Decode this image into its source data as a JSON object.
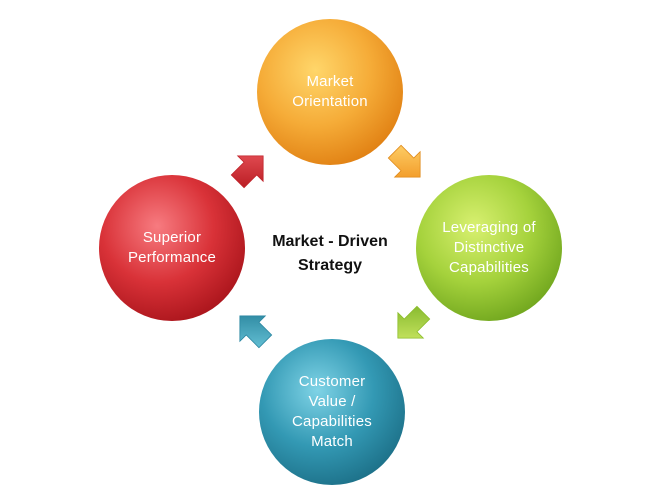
{
  "center_title": {
    "line1": "Market - Driven",
    "line2": "Strategy"
  },
  "nodes": [
    {
      "id": "market-orientation",
      "lines": [
        "Market",
        "Orientation"
      ],
      "color": "#f2a63a"
    },
    {
      "id": "leveraging-capabilities",
      "lines": [
        "Leveraging of",
        "Distinctive",
        "Capabilities"
      ],
      "color": "#9ccb3c"
    },
    {
      "id": "customer-value",
      "lines": [
        "Customer",
        "Value /",
        "Capabilities",
        "Match"
      ],
      "color": "#2f93ad"
    },
    {
      "id": "superior-performance",
      "lines": [
        "Superior",
        "Performance"
      ],
      "color": "#d9323a"
    }
  ],
  "arrows": [
    {
      "from": "market-orientation",
      "to": "leveraging-capabilities",
      "color": "#f5a637"
    },
    {
      "from": "leveraging-capabilities",
      "to": "customer-value",
      "color": "#9ccb3c"
    },
    {
      "from": "customer-value",
      "to": "superior-performance",
      "color": "#3a9ab5"
    },
    {
      "from": "superior-performance",
      "to": "market-orientation",
      "color": "#d9323a"
    }
  ]
}
